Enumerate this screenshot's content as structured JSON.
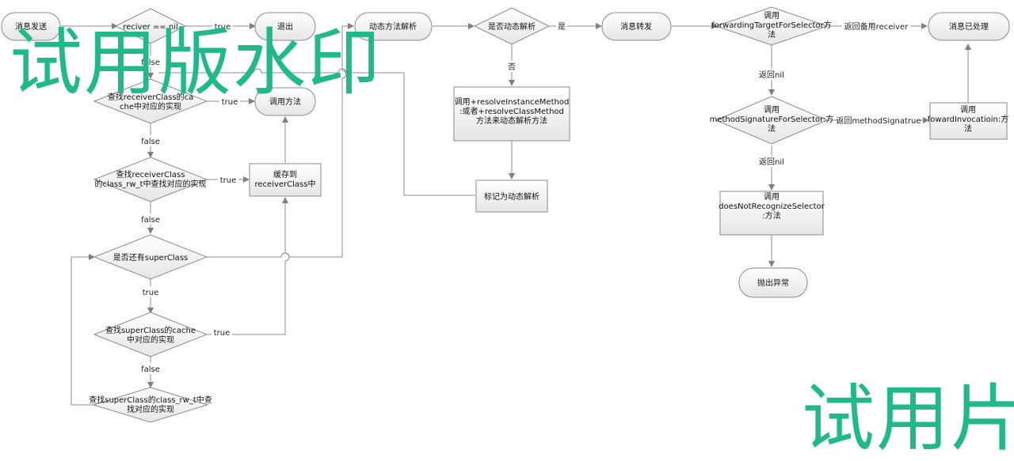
{
  "nodes": {
    "msg_send": "消息发送",
    "q_nil": "reciver == nil",
    "exit": "退出",
    "q_cache": "查找receiverClass的cache中对应的实现",
    "call_method": "调用方法",
    "q_rw": "查找receiverClass的class_rw_t中查找对应的实现",
    "cache_to": "缓存到receiverClass中",
    "q_super": "是否还有superClass",
    "q_super_cache": "查找superClass的cache中对应的实现",
    "q_super_rw": "查找superClass的class_rw_t中查找对应的实现",
    "dyn_resolve": "动态方法解析",
    "q_dyn": "是否动态解析",
    "call_resolve": "调用+resolveInstanceMethod:或者+resolveClassMethod方法来动态解析方法",
    "mark_dyn": "标记为动态解析",
    "msg_forward": "消息转发",
    "forward_target": "调用forwardingTargetForSelector方法",
    "msg_handled": "消息已处理",
    "method_sig": "调用methodSignatureForSelector:方法",
    "forward_inv": "调用fowardInvocatioin:方法",
    "not_recognize": "调用doesNotRecognizeSelector:方法",
    "throw": "抛出异常"
  },
  "edge_labels": {
    "nil_true": "true",
    "nil_false": "false",
    "cache_true": "true",
    "cache_false": "false",
    "rw_true": "true",
    "rw_false": "false",
    "super_true": "true",
    "super_cache_true": "true",
    "super_cache_false": "false",
    "dyn_yes": "是",
    "dyn_no": "否",
    "ret_nil_1": "返回nil",
    "ret_receiver": "返回备用receiver",
    "ret_nil_2": "返回nil",
    "ret_signature": "返回methodSignatrue"
  },
  "watermark": "试用版水印",
  "watermark_partial": "试用片"
}
